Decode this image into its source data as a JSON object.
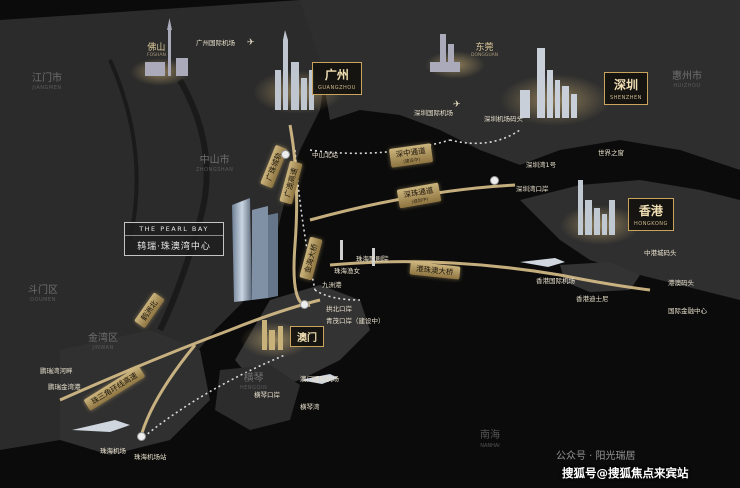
{
  "regions": {
    "jiangmen": {
      "cn": "江门市",
      "en": "JIANGMEN"
    },
    "zhongshan": {
      "cn": "中山市",
      "en": "ZHONGSHAN"
    },
    "doumen": {
      "cn": "斗门区",
      "en": "DOUMEN"
    },
    "jinwan": {
      "cn": "金湾区",
      "en": "JINWAN"
    },
    "huizhou": {
      "cn": "惠州市",
      "en": "HUIZHOU"
    },
    "hengqin": {
      "cn": "横琴",
      "en": "HENGQIN"
    },
    "nanhai": {
      "cn": "南海",
      "en": "NANHAI"
    }
  },
  "cities": {
    "foshan": {
      "cn": "佛山",
      "en": "FOSHAN"
    },
    "dongguan": {
      "cn": "东莞",
      "en": "DONGGUAN"
    }
  },
  "city_tags": {
    "guangzhou": {
      "cn": "广州",
      "en": "GUANGZHOU"
    },
    "shenzhen": {
      "cn": "深圳",
      "en": "SHENZHEN"
    },
    "hongkong": {
      "cn": "香港",
      "en": "HONGKONG"
    },
    "macau": {
      "cn": "澳门"
    }
  },
  "project": {
    "en": "THE PEARL BAY",
    "cn": "鸫瑞·珠澳湾中心"
  },
  "roads": {
    "shenzhong": {
      "name": "深中通道",
      "sub": "(建设中)"
    },
    "shenzhu": {
      "name": "深珠通道",
      "sub": "(规划中)"
    },
    "guangao": {
      "name": "广澳高速"
    },
    "guangzhu": {
      "name": "广珠城轨"
    },
    "gangzhuao": {
      "name": "港珠澳大桥"
    },
    "jinhai": {
      "name": "金海大桥"
    },
    "hezhou": {
      "name": "鹤洲北"
    },
    "zhuzhao": {
      "name": "珠三角环线高速"
    }
  },
  "pois": {
    "gz_airport": "广州国际机场",
    "zs_north": "中山北站",
    "sz_airport": "深圳国际机场",
    "sz_terminal": "深圳机场码头",
    "sz_bay1": "深圳湾1号",
    "window": "世界之窗",
    "sz_port": "深圳湾口岸",
    "zh_opera": "珠海歌剧院",
    "zh_fisher": "珠海渔女",
    "jiuzhou": "九洲港",
    "gongbei": "拱北口岸",
    "qingmao": "青茂口岸（建设中）",
    "hk_airport": "香港国际机场",
    "hk_disney": "香港迪士尼",
    "zhonggang": "中港城码头",
    "hk_terminal": "港澳码头",
    "ifc": "国际金融中心",
    "mo_airport": "澳门国际机场",
    "hq_port": "横琴口岸",
    "hq_bay": "横琴湾",
    "hz_river": "鹏瑞湾河畔",
    "hz_gold": "鹏瑞金湾港",
    "zh_airport": "珠海机场",
    "zh_station": "珠海机场站"
  },
  "watermark": {
    "account": "公众号 · 阳光瑞居",
    "site": "搜狐号@搜狐焦点来宾站"
  },
  "colors": {
    "accent": "#c9a45c",
    "road": "#cdb57e",
    "land": "#2a2a2a",
    "water": "#0b0b0b"
  }
}
